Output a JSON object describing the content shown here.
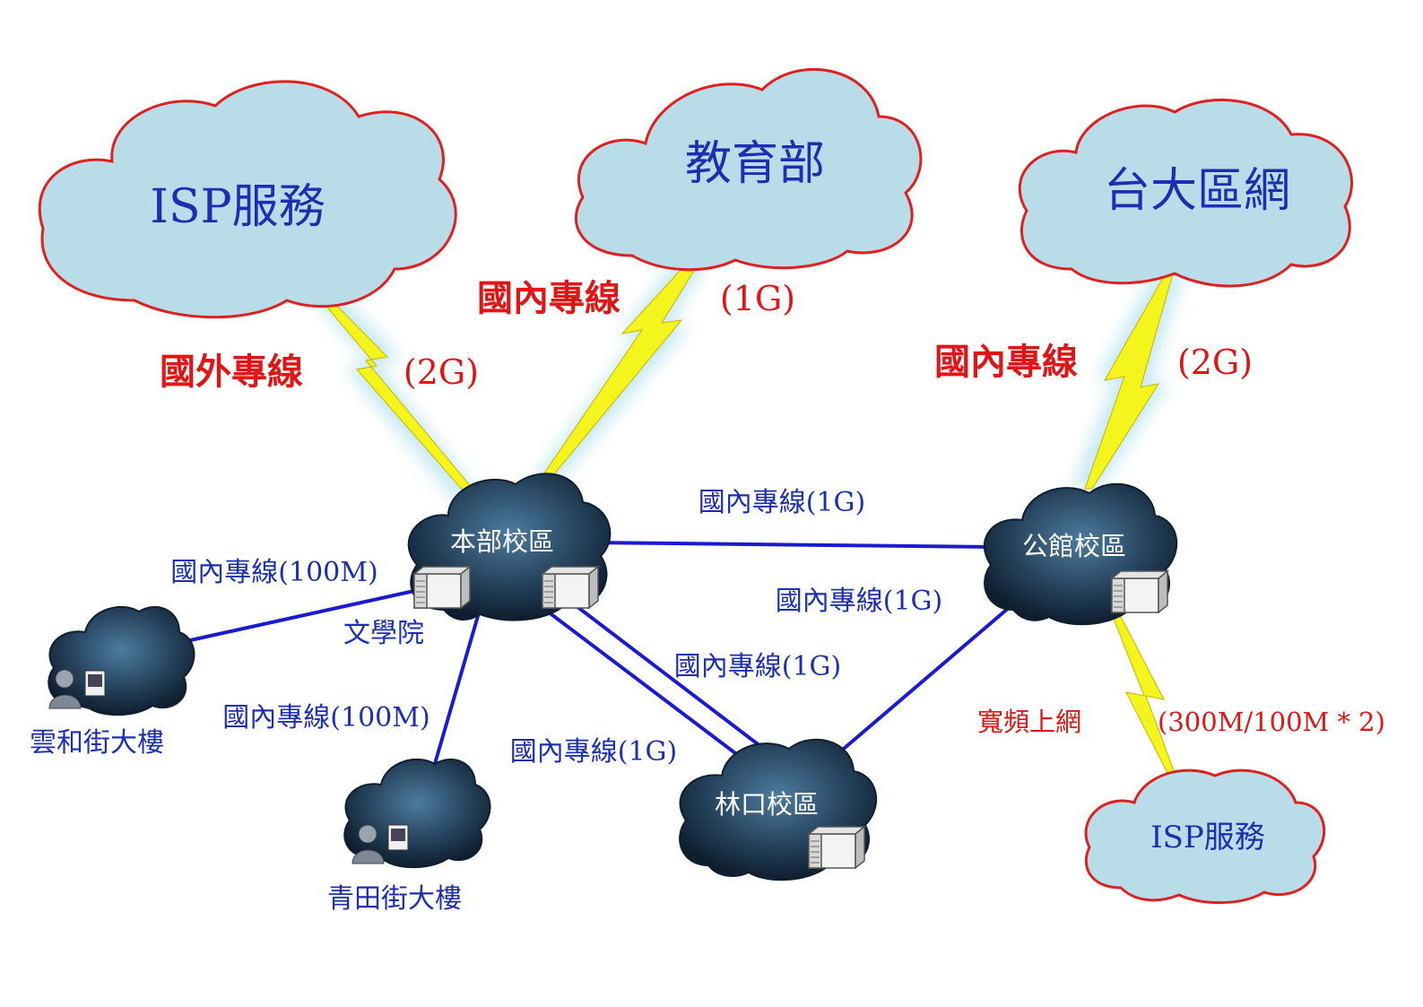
{
  "clouds": {
    "isp_top": "ISP服務",
    "moe": "教育部",
    "ntu": "台大區網",
    "isp_bottom": "ISP服務"
  },
  "uplinks": {
    "foreign_label": "國外專線",
    "foreign_speed": "(2G)",
    "moe_label": "國內專線",
    "moe_speed": "(1G)",
    "ntu_label": "國內專線",
    "ntu_speed": "(2G)",
    "broadband_label": "寬頻上網",
    "broadband_speed": "(300M/100M * 2)"
  },
  "campuses": {
    "main": "本部校區",
    "gongguan": "公館校區",
    "linkou": "林口校區",
    "yunhe": "雲和街大樓",
    "qingtian": "青田街大樓",
    "liberal_arts": "文學院"
  },
  "links": {
    "main_gongguan": "國內專線(1G)",
    "gongguan_linkou": "國內專線(1G)",
    "main_linkou_a": "國內專線(1G)",
    "main_linkou_b": "國內專線(1G)",
    "main_yunhe": "國內專線(100M)",
    "main_qingtian": "國內專線(100M)"
  },
  "colors": {
    "cloud_fill": "#b8dde8",
    "cloud_stroke": "#e02020",
    "link_line": "#1a1ad0",
    "lightning": "#f5f51e",
    "campus_cloud": "#2a4a66"
  }
}
